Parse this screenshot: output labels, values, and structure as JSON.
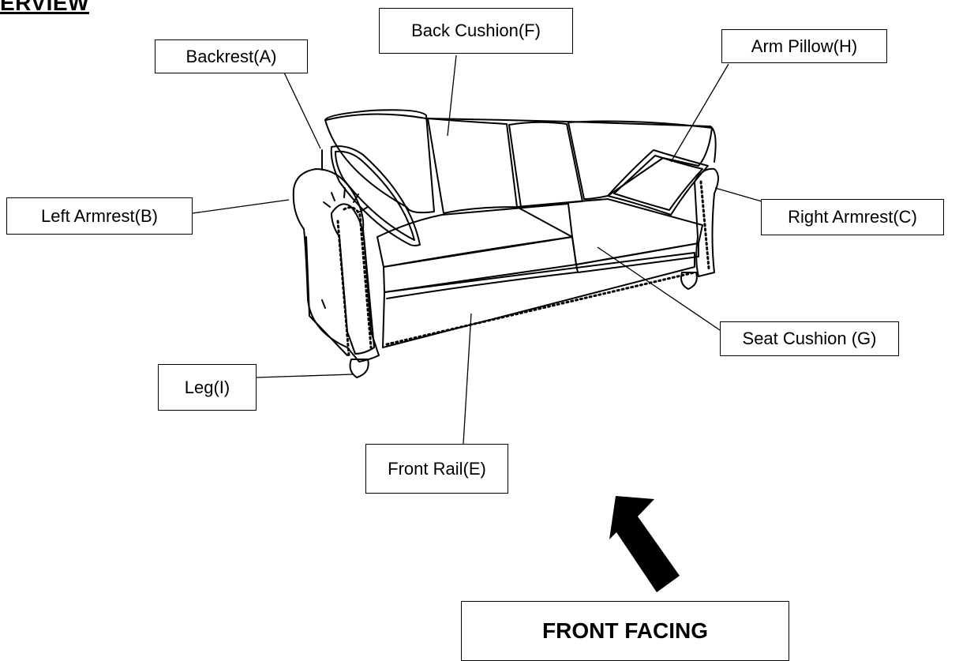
{
  "heading": "ERVIEW",
  "labels": {
    "backrest": "Backrest(A)",
    "back_cushion": "Back Cushion(F)",
    "arm_pillow": "Arm Pillow(H)",
    "left_armrest": "Left Armrest(B)",
    "right_armrest": "Right Armrest(C)",
    "seat_cushion": "Seat Cushion (G)",
    "leg": "Leg(I)",
    "front_rail": "Front Rail(E)"
  },
  "front_facing": "FRONT FACING",
  "colors": {
    "ink": "#000000",
    "paper": "#ffffff"
  }
}
